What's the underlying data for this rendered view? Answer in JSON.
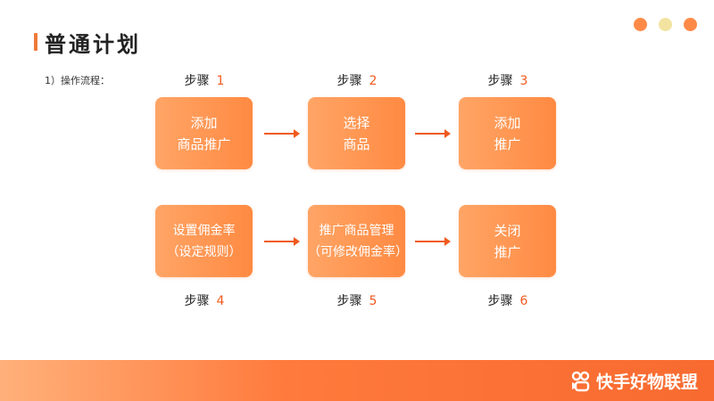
{
  "header": {
    "title": "普通计划"
  },
  "decor": {
    "dot_colors": [
      "#ff8a48",
      "#f3e3a0",
      "#ff8a48"
    ]
  },
  "intro": "1）操作流程：",
  "step_word": "步骤",
  "steps": [
    {
      "num": "1",
      "lines": [
        "添加",
        "商品推广"
      ]
    },
    {
      "num": "2",
      "lines": [
        "选择",
        "商品"
      ]
    },
    {
      "num": "3",
      "lines": [
        "添加",
        "推广"
      ]
    },
    {
      "num": "4",
      "lines": [
        "设置佣金率",
        "（设定规则）"
      ]
    },
    {
      "num": "5",
      "lines": [
        "推广商品管理",
        "（可修改佣金率）"
      ]
    },
    {
      "num": "6",
      "lines": [
        "关闭",
        "推广"
      ]
    }
  ],
  "footer": {
    "brand": "快手好物联盟"
  }
}
